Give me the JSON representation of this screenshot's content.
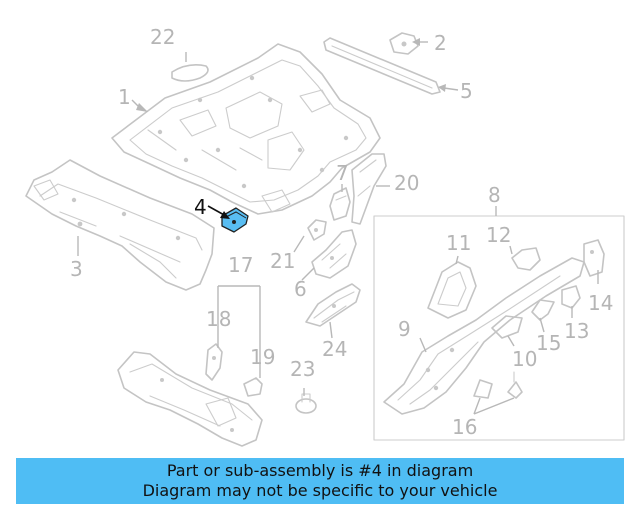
{
  "diagram": {
    "callouts": {
      "c1": "1",
      "c2": "2",
      "c3": "3",
      "c4": "4",
      "c5": "5",
      "c6": "6",
      "c7": "7",
      "c8": "8",
      "c9": "9",
      "c10": "10",
      "c11": "11",
      "c12": "12",
      "c13": "13",
      "c14": "14",
      "c15": "15",
      "c16": "16",
      "c17": "17",
      "c18": "18",
      "c19": "19",
      "c20": "20",
      "c21": "21",
      "c22": "22",
      "c23": "23",
      "c24": "24"
    },
    "highlighted_part": "4",
    "colors": {
      "highlight_fill": "#59bdf2",
      "line_gray": "#c4c4c4",
      "banner_bg": "#4fbdf4"
    }
  },
  "banner": {
    "line1": "Part or sub-assembly is #4 in diagram",
    "line2": "Diagram may not be specific to your vehicle"
  }
}
